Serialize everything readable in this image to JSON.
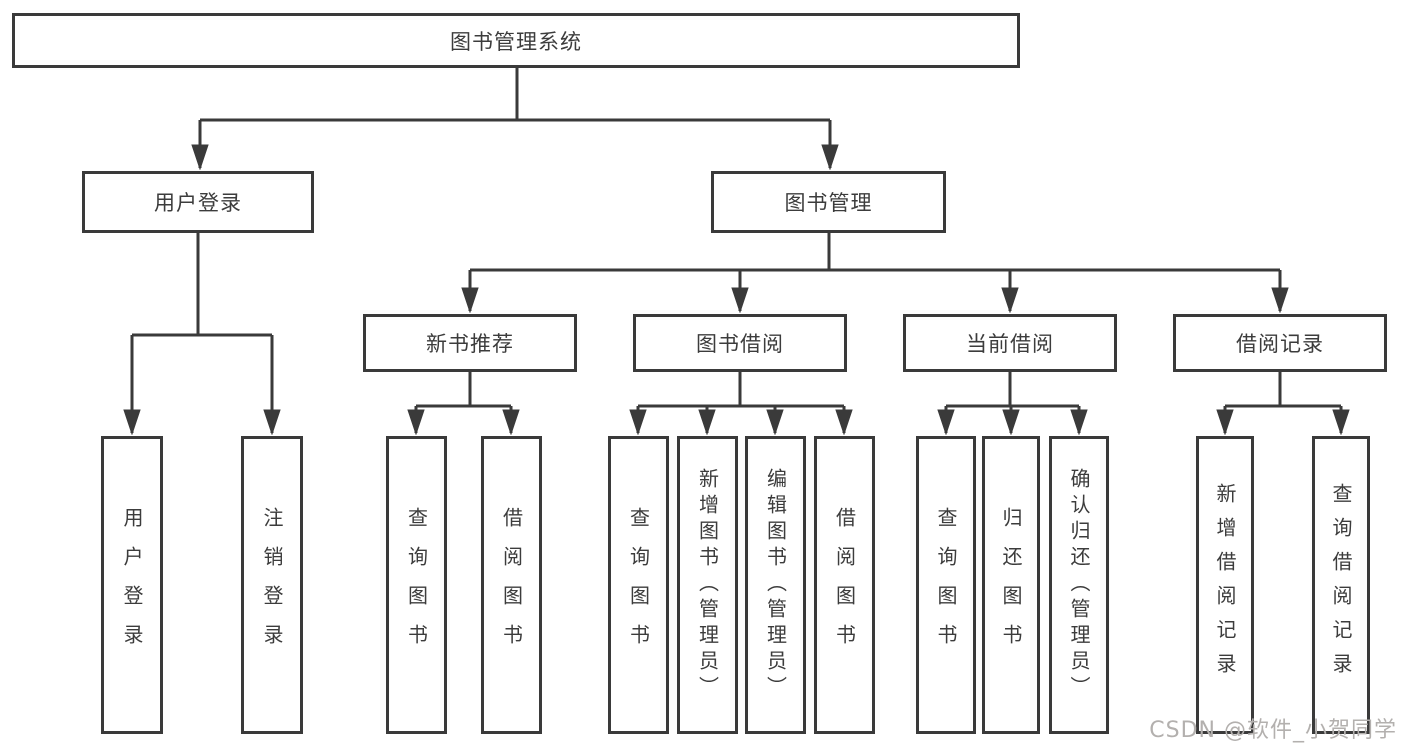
{
  "diagram": {
    "root": {
      "label": "图书管理系统"
    },
    "level2": {
      "login": {
        "label": "用户登录"
      },
      "mgmt": {
        "label": "图书管理"
      }
    },
    "level3": {
      "newbook": {
        "label": "新书推荐"
      },
      "borrow": {
        "label": "图书借阅"
      },
      "current": {
        "label": "当前借阅"
      },
      "record": {
        "label": "借阅记录"
      }
    },
    "leaves": {
      "login_1": {
        "label": "用户登录"
      },
      "login_2": {
        "label": "注销登录"
      },
      "newbook_1": {
        "label": "查询图书"
      },
      "newbook_2": {
        "label": "借阅图书"
      },
      "borrow_1": {
        "label": "查询图书"
      },
      "borrow_2": {
        "label": "新增图书（管理员）"
      },
      "borrow_3": {
        "label": "编辑图书（管理员）"
      },
      "borrow_4": {
        "label": "借阅图书"
      },
      "current_1": {
        "label": "查询图书"
      },
      "current_2": {
        "label": "归还图书"
      },
      "current_3": {
        "label": "确认归还（管理员）"
      },
      "record_1": {
        "label": "新增借阅记录"
      },
      "record_2": {
        "label": "查询借阅记录"
      }
    },
    "watermark": "CSDN @软件_小贺同学"
  },
  "colors": {
    "line": "#3a3a3a",
    "text": "#3c3c3c",
    "watermark": "#b3b0ae",
    "background": "#ffffff"
  }
}
